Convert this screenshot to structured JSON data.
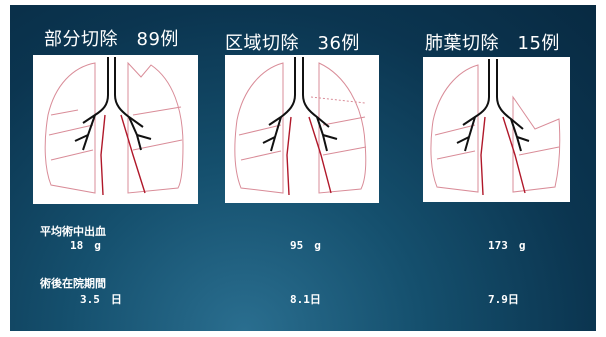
{
  "titles": {
    "partial": "部分切除　89例",
    "segment": "区域切除　36例",
    "lobe": "肺葉切除　15例"
  },
  "images": {
    "partial": "lung-partial-resection",
    "segment": "lung-segmentectomy",
    "lobe": "lung-lobectomy"
  },
  "bleeding": {
    "label": "平均術中出血",
    "partial": "18　g",
    "segment": "95　g",
    "lobe": "173　g"
  },
  "stay": {
    "label": "術後在院期間",
    "partial": "3.5　日",
    "segment": "8.1日",
    "lobe": "7.9日"
  },
  "colors": {
    "background": "#0b3550",
    "lung_outline": "#d98c98",
    "airway": "#111111",
    "vessel": "#b0182a"
  }
}
